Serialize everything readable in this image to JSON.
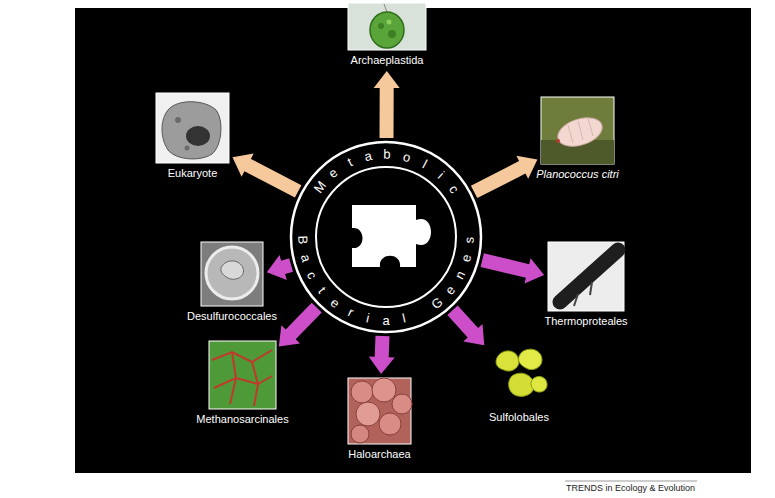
{
  "diagram": {
    "nodes": [
      {
        "text": [
          "Metabolic",
          "Bacterial Genes"
        ]
      },
      {
        "text": [
          "Archaeplastida"
        ]
      },
      {
        "text": [
          "Eukaryote"
        ]
      },
      {
        "text": [
          "Planococcus citri"
        ]
      },
      {
        "text": [
          "Desulfurococcales"
        ]
      },
      {
        "text": [
          "Thermoproteales"
        ]
      },
      {
        "text": [
          "Methanosarcinales"
        ]
      },
      {
        "text": [
          "Haloarchaea"
        ]
      },
      {
        "text": [
          "Sulfolobales"
        ]
      }
    ],
    "edges": [
      {
        "from": 0,
        "to": 1,
        "arrow": "to"
      },
      {
        "from": 0,
        "to": 2,
        "arrow": "to"
      },
      {
        "from": 0,
        "to": 3,
        "arrow": "to"
      },
      {
        "from": 0,
        "to": 4,
        "arrow": "to"
      },
      {
        "from": 0,
        "to": 5,
        "arrow": "to"
      },
      {
        "from": 0,
        "to": 6,
        "arrow": "to"
      },
      {
        "from": 0,
        "to": 7,
        "arrow": "to"
      },
      {
        "from": 0,
        "to": 8,
        "arrow": "to"
      }
    ],
    "labels": [
      "TRENDS in Ecology & Evolution"
    ]
  }
}
